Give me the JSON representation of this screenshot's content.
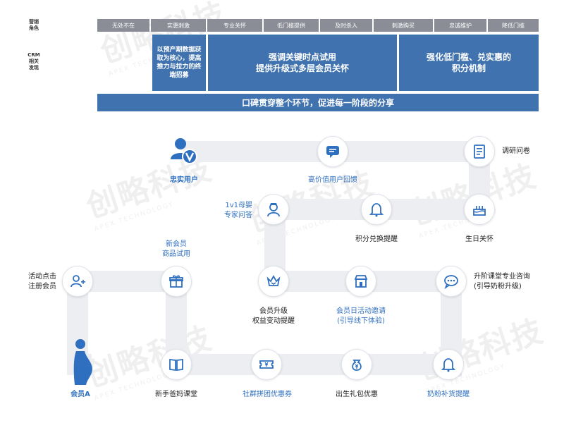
{
  "header": {
    "role_label": "营销\n角色",
    "crm_label": "CRM\n相关\n发现",
    "roles": [
      "无处不在",
      "实惠刺激",
      "专业关怀",
      "低门槛提供",
      "及时杀入",
      "刺激购买",
      "忠诚维护",
      "降低门槛"
    ],
    "crm_blocks": [
      "以预产期数据获取为核心，提高推力与拉力的终端招募",
      "强调关键时点试用\n提供升级式多层会员关怀",
      "强化低门槛、兑实惠的\n积分机制"
    ],
    "share_bar": "口碑贯穿整个环节，促进每一阶段的分享"
  },
  "journey": {
    "loyal_user": "忠实用户",
    "feedback": "高价值用户回馈",
    "survey": "调研问卷",
    "expert": "1v1母婴\n专家问答",
    "points": "积分兑换提醒",
    "birthday": "生日关怀",
    "register": "活动点击\n注册会员",
    "trial": "新会员\n商品试用",
    "upgrade": "会员升级\n权益变动提醒",
    "member_day": "会员日活动邀请\n(引导线下体验)",
    "advance": "升阶课堂专业咨询\n(引导奶粉升级)",
    "member_a": "会员A",
    "course": "新手爸妈课堂",
    "coupon": "社群拼团优惠券",
    "gift": "出生礼包优惠",
    "refill": "奶粉补货提醒"
  },
  "watermark": {
    "cn": "创略科技",
    "en": "APEX TECHNOLOGY"
  },
  "colors": {
    "role_gray": "#8a8d96",
    "crm_blue": "#3f72ae",
    "icon_blue": "#2e6fc0",
    "track": "#eceef2"
  }
}
